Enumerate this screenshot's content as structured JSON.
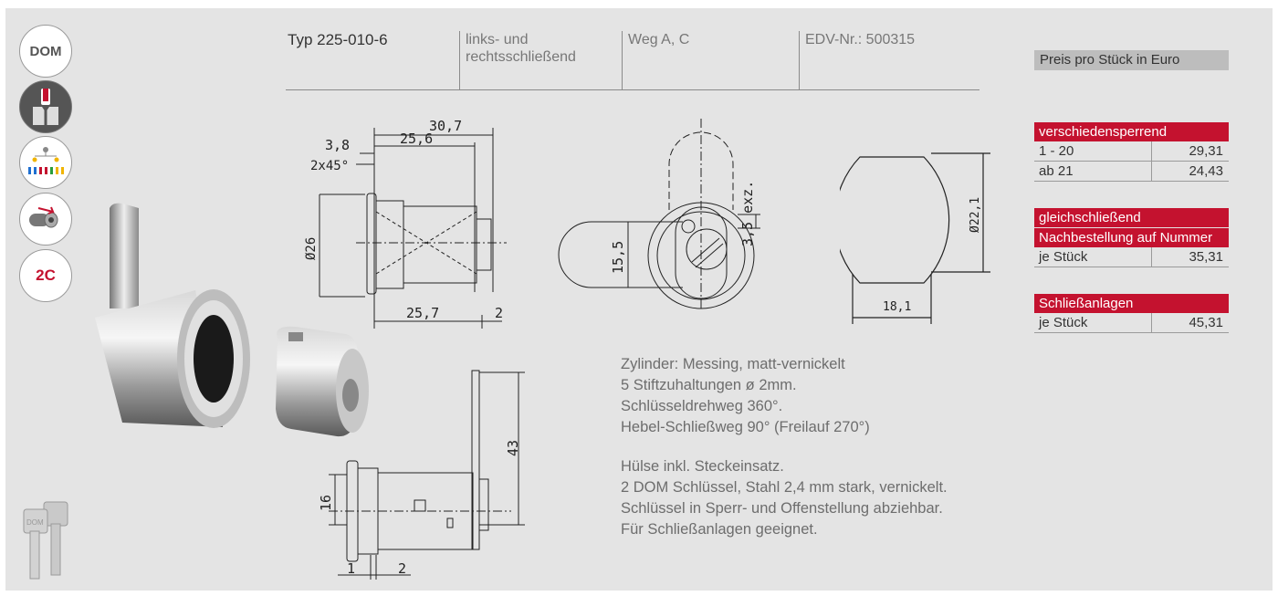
{
  "badges": {
    "dom": "DOM",
    "code": "2C"
  },
  "header": {
    "typ": "Typ 225-010-6",
    "direction_line1": "links- und",
    "direction_line2": "rechtsschließend",
    "weg": "Weg A, C",
    "edv": "EDV-Nr.: 500315"
  },
  "drawing": {
    "dim_30_7": "30,7",
    "dim_25_6": "25,6",
    "dim_3_8": "3,8",
    "dim_chamfer": "2x45°",
    "dim_d26": "Ø26",
    "dim_25_7": "25,7",
    "dim_2a": "2",
    "dim_15_5": "15,5",
    "dim_3_5_exz": "3,5 exz.",
    "dim_d22_1": "Ø22,1",
    "dim_18_1": "18,1",
    "dim_43": "43",
    "dim_16": "16",
    "dim_1": "1",
    "dim_2b": "2"
  },
  "description": {
    "line1": "Zylinder: Messing, matt-vernickelt",
    "line2": "5 Stiftzuhaltungen ø 2mm.",
    "line3": "Schlüsseldrehweg 360°.",
    "line4": "Hebel-Schließweg 90° (Freilauf 270°)",
    "line5": "Hülse inkl. Steckeinsatz.",
    "line6": "2 DOM Schlüssel, Stahl 2,4 mm stark, vernickelt.",
    "line7": "Schlüssel in Sperr- und Offenstellung abziehbar.",
    "line8": "Für Schließanlagen geeignet."
  },
  "price": {
    "heading": "Preis pro Stück in Euro",
    "verschiedensperrend": {
      "title": "verschiedensperrend",
      "rows": [
        {
          "label": "1 - 20",
          "value": "29,31"
        },
        {
          "label": "ab 21",
          "value": "24,43"
        }
      ]
    },
    "gleichschliessend": {
      "title": "gleichschließend",
      "subtitle": "Nachbestellung auf Nummer",
      "rows": [
        {
          "label": "je Stück",
          "value": "35,31"
        }
      ]
    },
    "schliessanlagen": {
      "title": "Schließanlagen",
      "rows": [
        {
          "label": "je Stück",
          "value": "45,31"
        }
      ]
    }
  },
  "colors": {
    "accent_red": "#c4122f",
    "panel_gray": "#e4e4e4",
    "header_gray": "#bdbdbd"
  }
}
